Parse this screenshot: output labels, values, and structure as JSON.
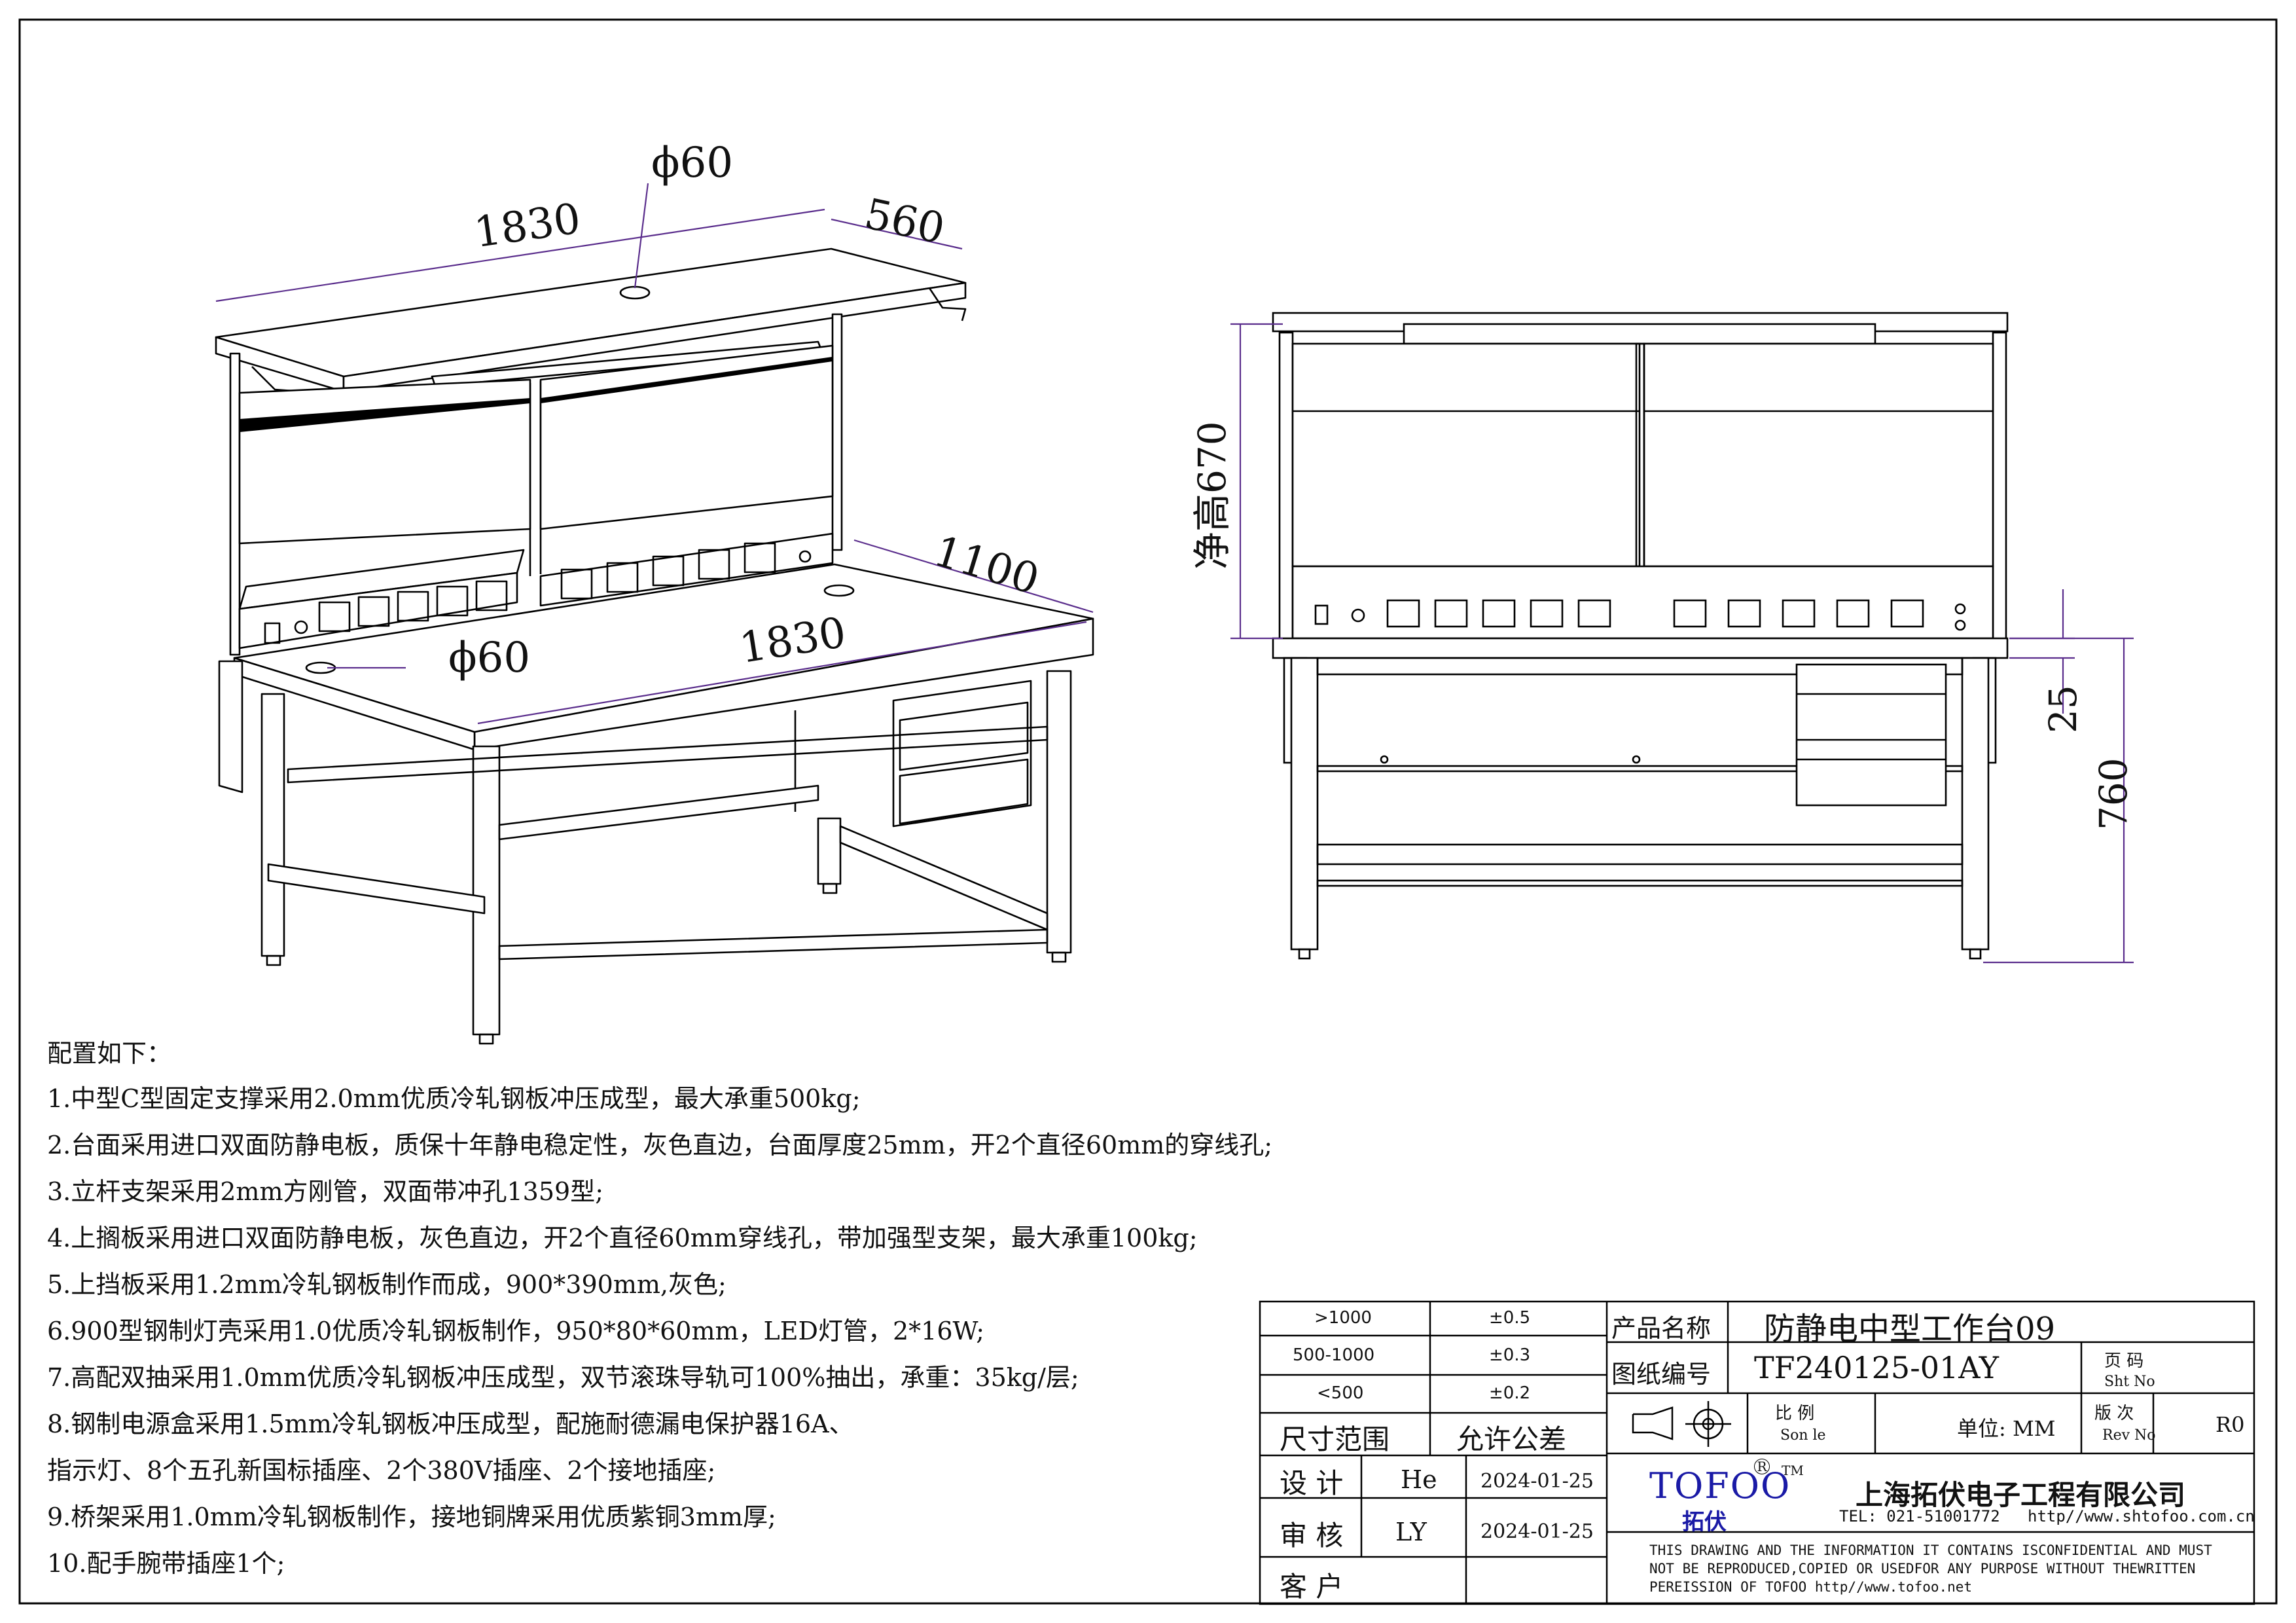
{
  "dimensions": {
    "hole_top": "ϕ60",
    "shelf_length": "1830",
    "shelf_depth": "560",
    "desk_depth": "1100",
    "desk_length": "1830",
    "hole_desk": "ϕ60",
    "clear_height": "净高670",
    "top_thickness": "25",
    "desk_height": "760"
  },
  "spec": {
    "heading": "配置如下：",
    "items": [
      "1.中型C型固定支撑采用2.0mm优质冷轧钢板冲压成型，最大承重500kg;",
      "2.台面采用进口双面防静电板，质保十年静电稳定性，灰色直边，台面厚度25mm，开2个直径60mm的穿线孔;",
      "3.立杆支架采用2mm方刚管，双面带冲孔1359型;",
      "4.上搁板采用进口双面防静电板，灰色直边，开2个直径60mm穿线孔，带加强型支架，最大承重100kg;",
      "5.上挡板采用1.2mm冷轧钢板制作而成，900*390mm,灰色;",
      "6.900型钢制灯壳采用1.0优质冷轧钢板制作，950*80*60mm，LED灯管，2*16W;",
      "7.高配双抽采用1.0mm优质冷轧钢板冲压成型，双节滚珠导轨可100%抽出，承重：35kg/层;",
      "8.钢制电源盒采用1.5mm冷轧钢板冲压成型，配施耐德漏电保护器16A、",
      "指示灯、8个五孔新国标插座、2个380V插座、2个接地插座;",
      "9.桥架采用1.0mm冷轧钢板制作，接地铜牌采用优质紫铜3mm厚;",
      "10.配手腕带插座1个;"
    ]
  },
  "title_block": {
    "tolerance_rows": [
      {
        "range": ">1000",
        "tol": "±0.5"
      },
      {
        "range": "500-1000",
        "tol": "±0.3"
      },
      {
        "range": "<500",
        "tol": "±0.2"
      }
    ],
    "size_range_label": "尺寸范围",
    "tolerance_label": "允许公差",
    "design_label": "设 计",
    "design_name": "He",
    "design_date": "2024-01-25",
    "review_label": "审 核",
    "review_name": "LY",
    "review_date": "2024-01-25",
    "customer_label": "客 户",
    "product_name_label": "产品名称",
    "product_name": "防静电中型工作台09",
    "drawing_no_label": "图纸编号",
    "drawing_no": "TF240125-01AY",
    "page_label_cn": "页 码",
    "page_label_en": "Sht No",
    "scale_label_cn": "比 例",
    "scale_label_en": "Son le",
    "unit_label": "单位: MM",
    "rev_label_cn": "版 次",
    "rev_label_en": "Rev No",
    "rev_value": "R0",
    "logo_en": "TOFOO",
    "logo_cn": "拓伏",
    "trademark": "TM",
    "registered": "R",
    "company": "上海拓伏电子工程有限公司",
    "tel": "TEL: 021-51001772",
    "url": "http//www.shtofoo.com.cn",
    "notice": [
      "THIS DRAWING AND THE INFORMATION IT CONTAINS ISCONFIDENTIAL AND MUST",
      "NOT BE REPRODUCED,COPIED OR USEDFOR ANY PURPOSE WITHOUT THEWRITTEN",
      "PEREISSION OF TOFOO http//www.tofoo.net"
    ]
  }
}
